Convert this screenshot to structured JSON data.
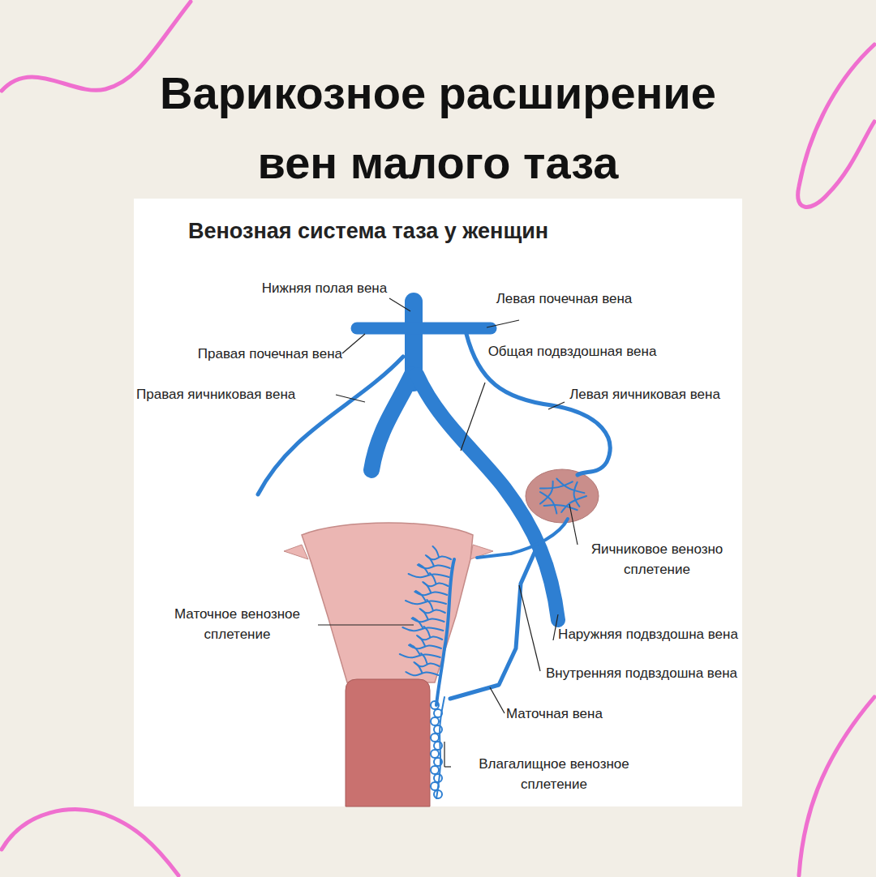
{
  "diagram": {
    "title": "Варикозное расширение вен малого таза",
    "labels": [
      "Венозная система таза у женщин",
      "Нижняя полая вена",
      "Левая почечная вена",
      "Правая почечная вена",
      "Общая подвздошная вена",
      "Правая яичниковая вена",
      "Левая яичниковая вена",
      "Яичниковое венозно сплетение",
      "Маточное венозное сплетение",
      "Наружняя подвздошна вена",
      "Внутренняя подвздошна вена",
      "Маточная вена",
      "Влагалищное венозное сплетение"
    ]
  }
}
